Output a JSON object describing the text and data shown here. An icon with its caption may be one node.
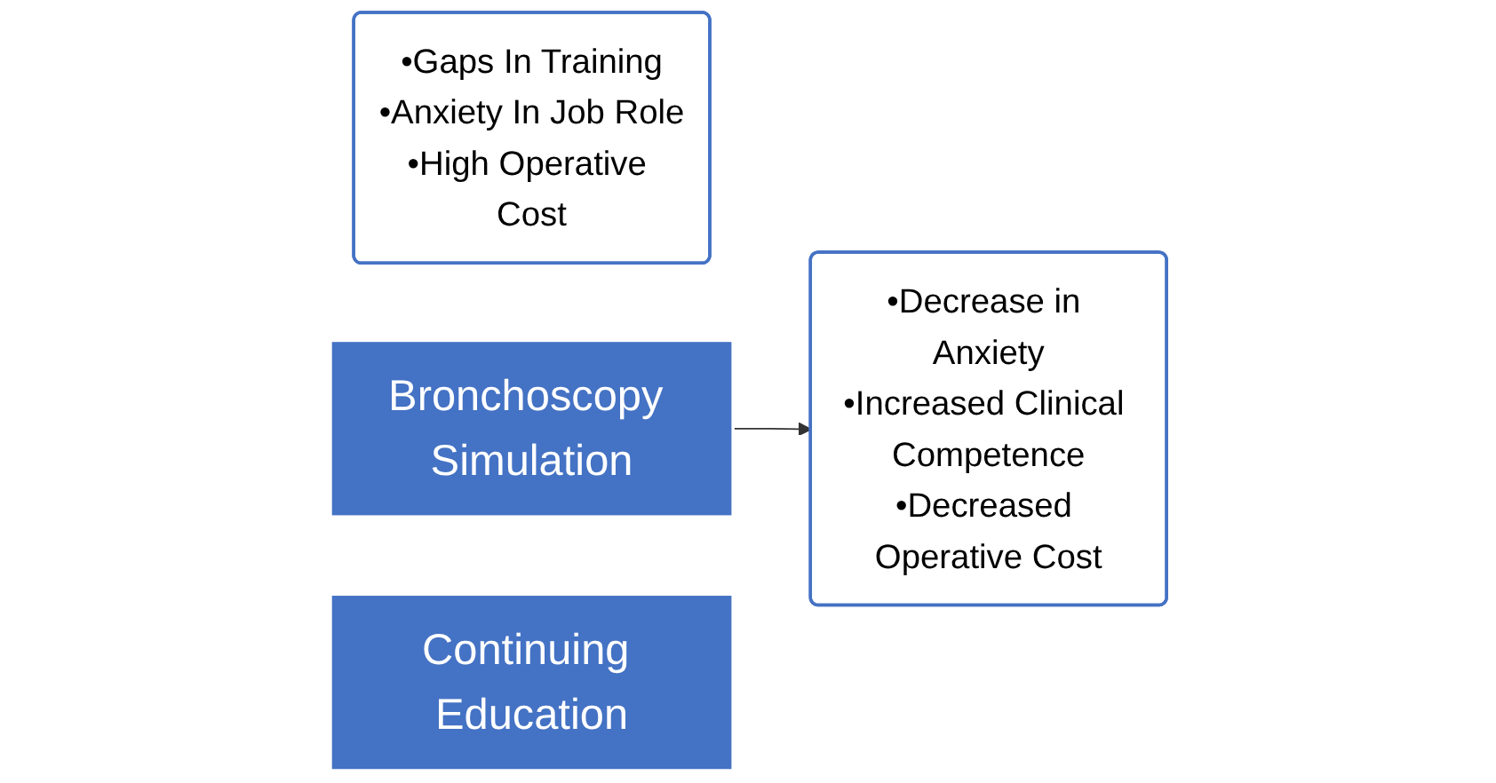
{
  "diagram": {
    "nodes": [
      {
        "text": [
          "•Gaps In Training",
          "•Anxiety In Job Role",
          "•High Operative Cost"
        ]
      },
      {
        "text": [
          "Bronchoscopy Simulation"
        ]
      },
      {
        "text": [
          "•Decrease in Anxiety",
          "•Increased Clinical Competence",
          "•Decreased Operative Cost"
        ]
      },
      {
        "text": [
          "Continuing Education"
        ]
      }
    ],
    "edges": [
      {
        "from": 1,
        "to": 2,
        "arrow": "to"
      }
    ]
  }
}
